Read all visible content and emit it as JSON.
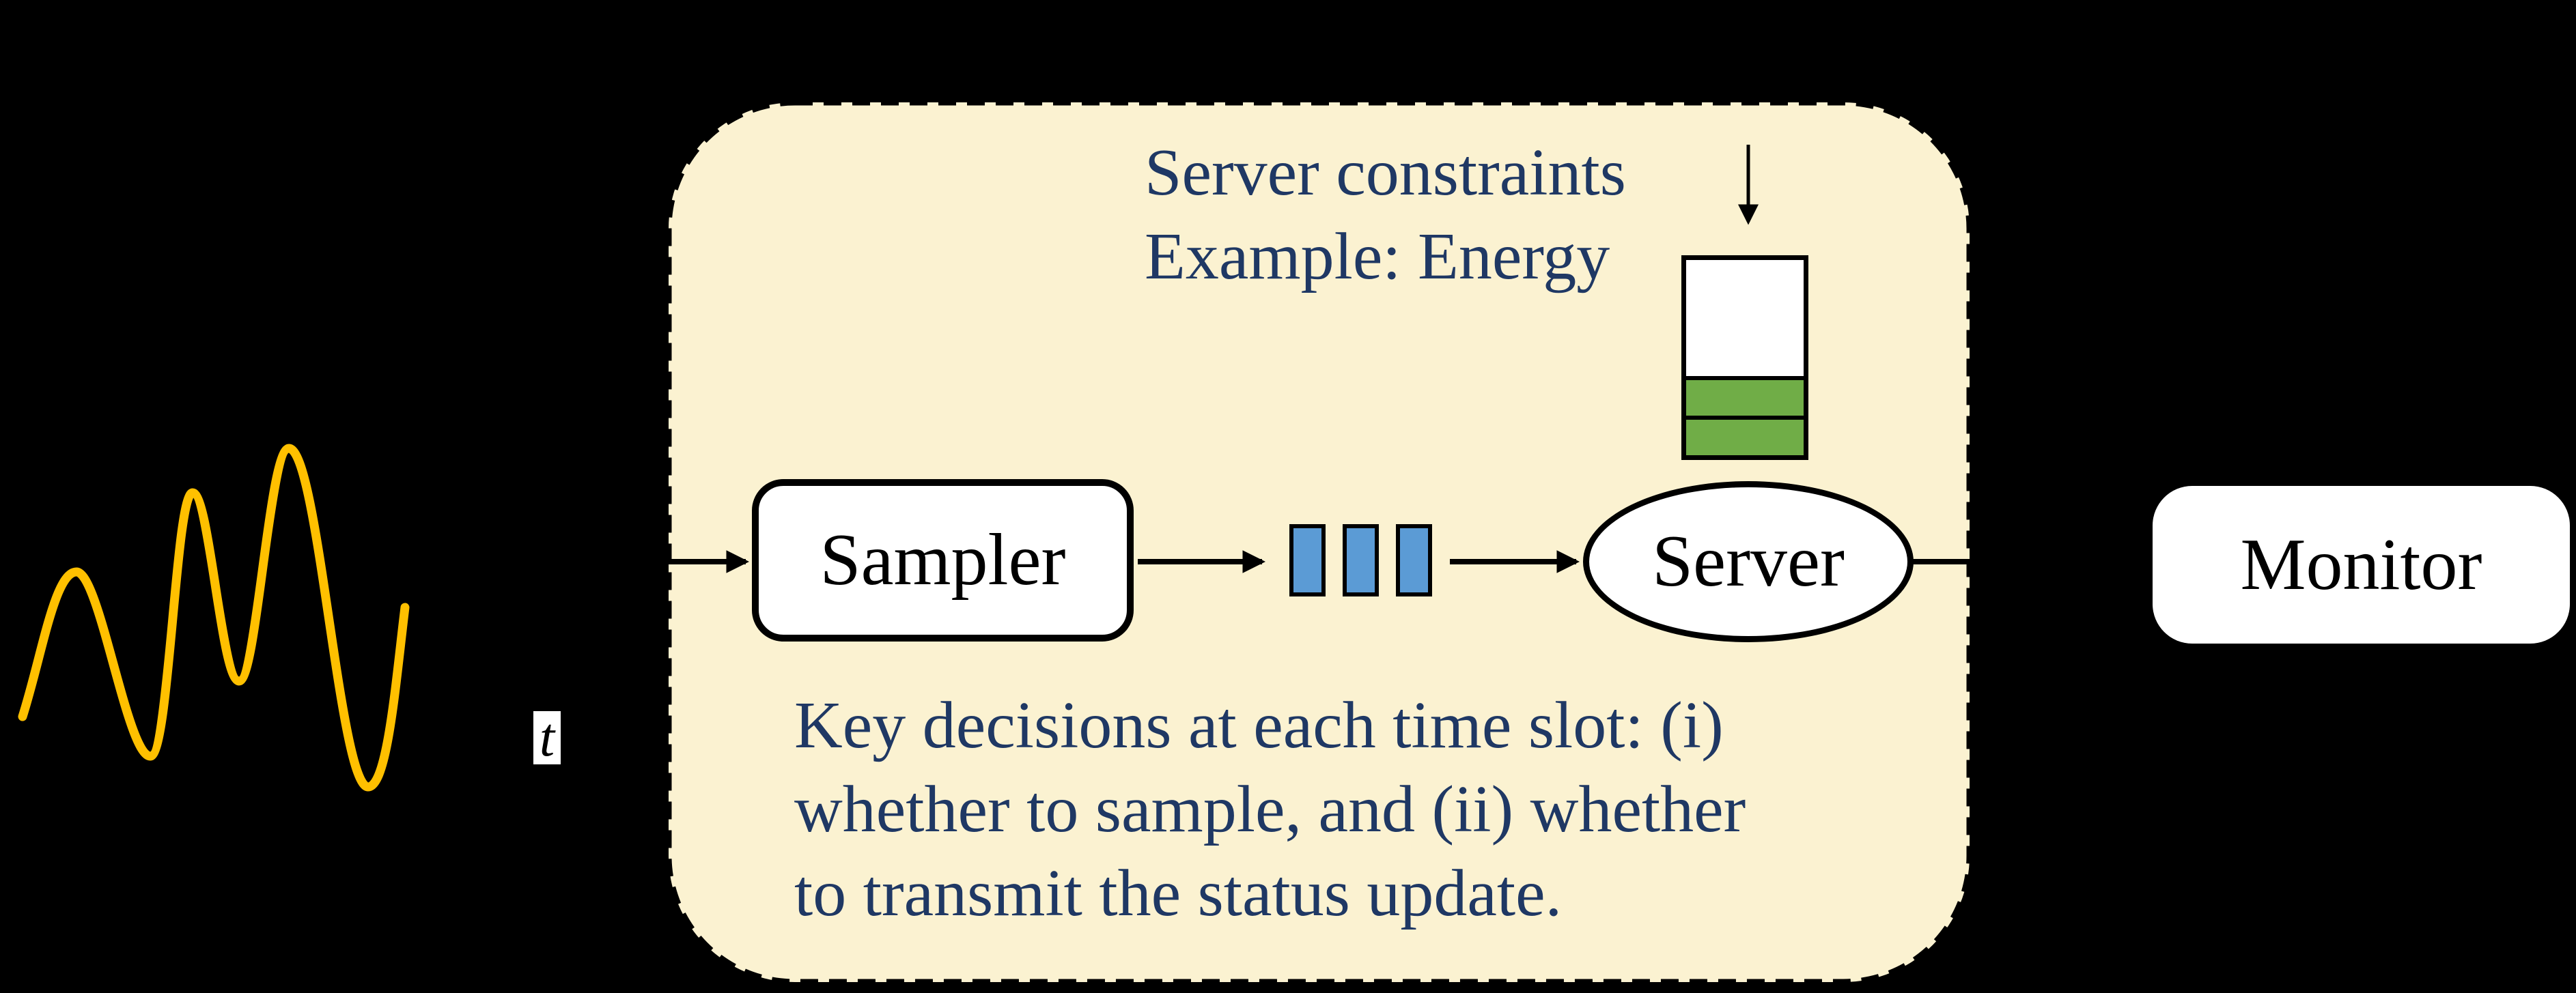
{
  "figure": {
    "source_signal": {
      "t_axis_label": "t"
    },
    "system_box": {
      "constraints_note": {
        "line1": "Server constraints",
        "line2": "Example: Energy"
      },
      "battery": {
        "filled_cells": 2,
        "empty_top_section": true
      },
      "sampler_label": "Sampler",
      "queue_cells": 3,
      "server_label": "Server",
      "decisions_note": {
        "line1": "Key decisions at each time slot: (i)",
        "line2": "whether to sample, and (ii) whether",
        "line3": "to transmit the status update."
      }
    },
    "monitor_label": "Monitor",
    "flow": [
      "signal",
      "Sampler",
      "queue",
      "Server",
      "Monitor"
    ]
  },
  "colors": {
    "background": "#000000",
    "box_fill": "#FBF2D1",
    "outline": "#000000",
    "note_text": "#1F3864",
    "wave": "#FFC000",
    "queue_cell_blue": "#5B9BD5",
    "battery_green": "#70AD47",
    "node_fill": "#FFFFFF"
  }
}
